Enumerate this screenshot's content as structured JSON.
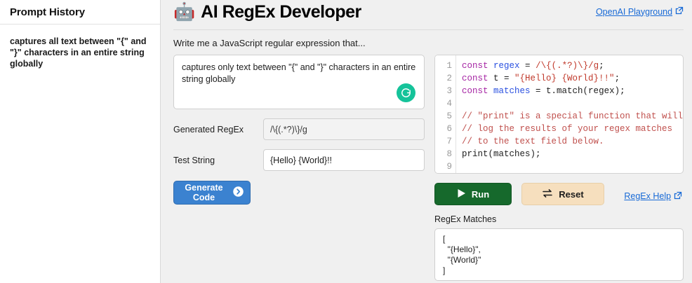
{
  "sidebar": {
    "title": "Prompt History",
    "items": [
      {
        "text": "captures all text between \"{\" and \"}\" characters in an entire string globally"
      }
    ]
  },
  "header": {
    "emoji": "🤖",
    "emoji_name": "robot-icon",
    "title": "AI RegEx Developer",
    "playground_link": "OpenAI Playground",
    "subtitle": "Write me a JavaScript regular expression that..."
  },
  "prompt": {
    "value": "captures only text between \"{\" and \"}\" characters in an entire string globally",
    "placeholder": "Write me a JavaScript regular expression that...",
    "grammarly_letter": "G"
  },
  "fields": {
    "regex_label": "Generated RegEx",
    "regex_value": "/\\{(.*?)\\}/g",
    "test_label": "Test String",
    "test_value": "{Hello} {World}!!"
  },
  "generate_button": {
    "label": "Generate Code"
  },
  "editor": {
    "line_numbers": [
      "1",
      "2",
      "3",
      "4",
      "5",
      "6",
      "7",
      "8",
      "9"
    ],
    "lines": [
      [
        {
          "t": "const",
          "c": "kw"
        },
        {
          "t": " ",
          "c": "pl"
        },
        {
          "t": "regex",
          "c": "var"
        },
        {
          "t": " = ",
          "c": "pl"
        },
        {
          "t": "/\\{(.*?)\\}/g",
          "c": "str"
        },
        {
          "t": ";",
          "c": "pl"
        }
      ],
      [
        {
          "t": "const",
          "c": "kw"
        },
        {
          "t": " t = ",
          "c": "pl"
        },
        {
          "t": "\"{Hello} {World}!!\"",
          "c": "str"
        },
        {
          "t": ";",
          "c": "pl"
        }
      ],
      [
        {
          "t": "const",
          "c": "kw"
        },
        {
          "t": " ",
          "c": "pl"
        },
        {
          "t": "matches",
          "c": "var"
        },
        {
          "t": " = t.match(regex);",
          "c": "pl"
        }
      ],
      [],
      [
        {
          "t": "// \"print\" is a special function that will",
          "c": "com"
        }
      ],
      [
        {
          "t": "// log the results of your regex matches",
          "c": "com"
        }
      ],
      [
        {
          "t": "// to the text field below.",
          "c": "com"
        }
      ],
      [
        {
          "t": "print(matches);",
          "c": "pl"
        }
      ],
      []
    ]
  },
  "actions": {
    "run_label": "Run",
    "reset_label": "Reset",
    "help_link": "RegEx Help"
  },
  "results": {
    "label": "RegEx Matches",
    "value": "[\n  \"{Hello}\",\n  \"{World}\"\n]"
  },
  "colors": {
    "primary_blue": "#3b82d0",
    "run_green": "#16692c",
    "reset_tan": "#f6dfbe",
    "link_blue": "#1769d6",
    "grammarly_green": "#15c39a"
  }
}
